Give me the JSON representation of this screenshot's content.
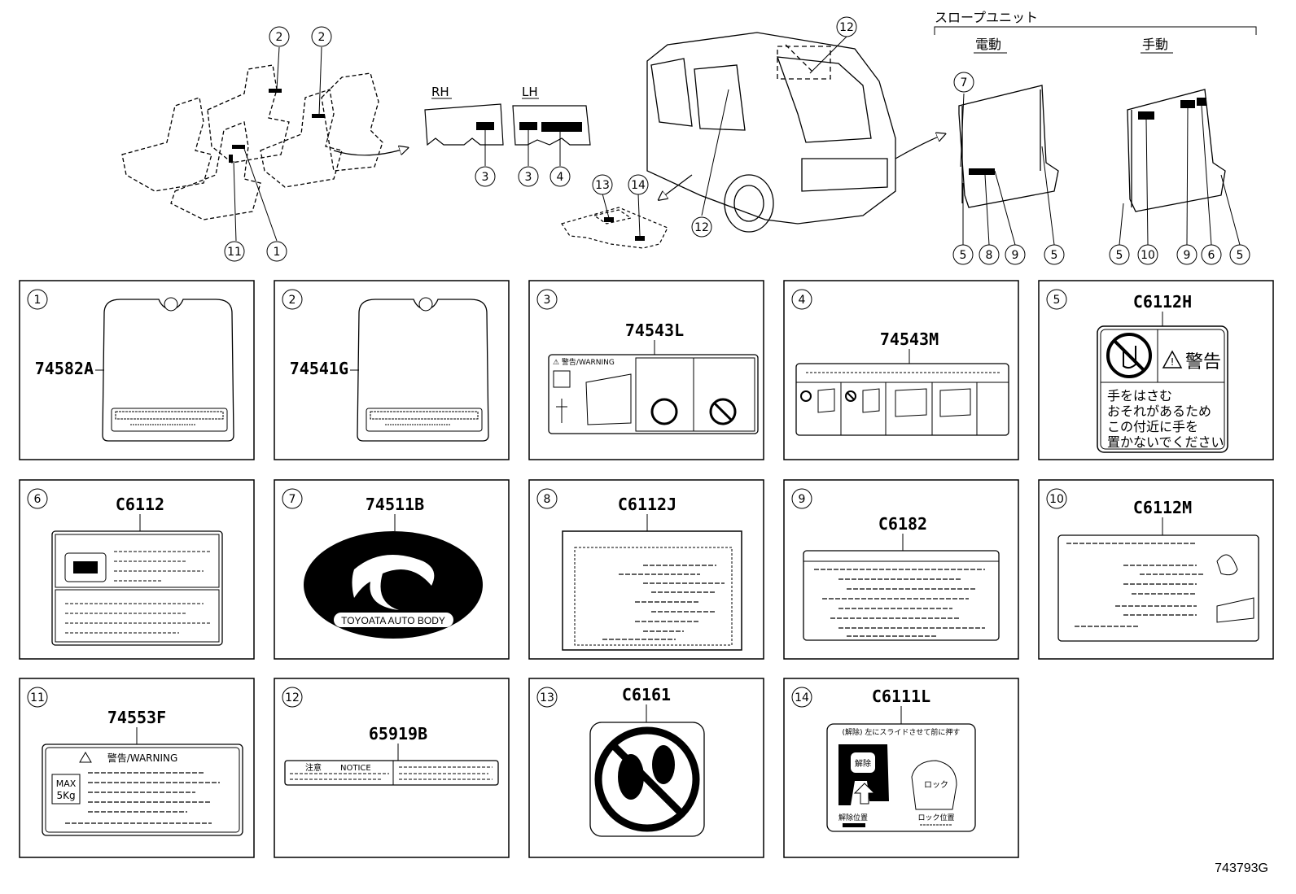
{
  "header": {
    "slope_unit": "スロープユニット",
    "electric": "電動",
    "manual": "手動",
    "rh": "RH",
    "lh": "LH"
  },
  "callouts": {
    "seat_2a": "2",
    "seat_2b": "2",
    "seat_11": "11",
    "seat_1": "1",
    "rh_3": "3",
    "lh_3": "3",
    "lh_4": "4",
    "floor_13": "13",
    "floor_14": "14",
    "van_12_top": "12",
    "van_12_side": "12",
    "e_7": "7",
    "e_5a": "5",
    "e_8": "8",
    "e_9": "9",
    "e_5b": "5",
    "m_5a": "5",
    "m_10": "10",
    "m_9": "9",
    "m_6": "6",
    "m_5b": "5"
  },
  "panels": [
    {
      "index": "1",
      "part": "74582A"
    },
    {
      "index": "2",
      "part": "74541G"
    },
    {
      "index": "3",
      "part": "74543L"
    },
    {
      "index": "4",
      "part": "74543M"
    },
    {
      "index": "5",
      "part": "C6112H"
    },
    {
      "index": "6",
      "part": "C6112"
    },
    {
      "index": "7",
      "part": "74511B"
    },
    {
      "index": "8",
      "part": "C6112J"
    },
    {
      "index": "9",
      "part": "C6182"
    },
    {
      "index": "10",
      "part": "C6112M"
    },
    {
      "index": "11",
      "part": "74553F"
    },
    {
      "index": "12",
      "part": "65919B"
    },
    {
      "index": "13",
      "part": "C6161"
    },
    {
      "index": "14",
      "part": "C6111L"
    }
  ],
  "labels": {
    "warning_74543L": "⚠ 警告/WARNING",
    "c6112h_warn": "警告",
    "c6112h_line1": "手をはさむ",
    "c6112h_line2": "おそれがあるため",
    "c6112h_line3": "この付近に手を",
    "c6112h_line4": "置かないでください",
    "logo_text": "TOYOATA AUTO BODY",
    "warning_74553F": "警告/WARNING",
    "max_label": "MAX",
    "max_value": "5Kg",
    "notice_jp": "注意",
    "notice_en": "NOTICE",
    "c6111l_top": "(解除) 左にスライドさせて前に押す",
    "c6111l_release": "解除",
    "c6111l_lock": "ロック",
    "c6111l_release_pos": "解除位置",
    "c6111l_lock_pos": "ロック位置"
  },
  "footer": {
    "code": "743793G"
  }
}
